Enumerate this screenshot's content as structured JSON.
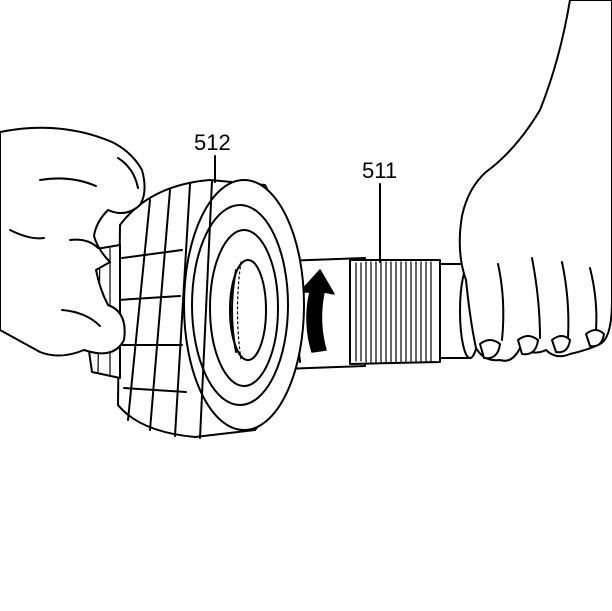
{
  "callouts": [
    {
      "id": "512",
      "label": "512"
    },
    {
      "id": "511",
      "label": "511"
    }
  ],
  "colors": {
    "line": "#000000",
    "background": "#ffffff"
  }
}
